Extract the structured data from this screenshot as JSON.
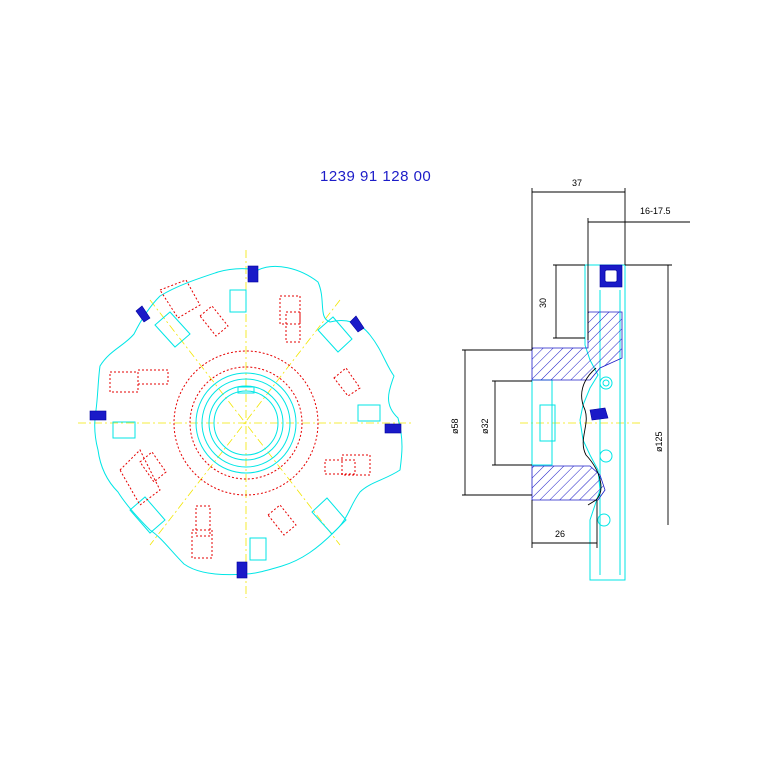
{
  "title": {
    "part_number": "1239 91 128 00"
  },
  "dimensions": {
    "width_total": "37",
    "width_range": "16-17.5",
    "height_30": "30",
    "dia_58": "ø58",
    "dia_32": "ø32",
    "dia_125": "ø125",
    "depth_26": "26"
  },
  "colors": {
    "outline": "#00e6e6",
    "hidden": "#e60000",
    "center": "#f2e600",
    "insert": "#1a1ac8",
    "dimension": "#000000",
    "title": "#1c1cc8"
  }
}
